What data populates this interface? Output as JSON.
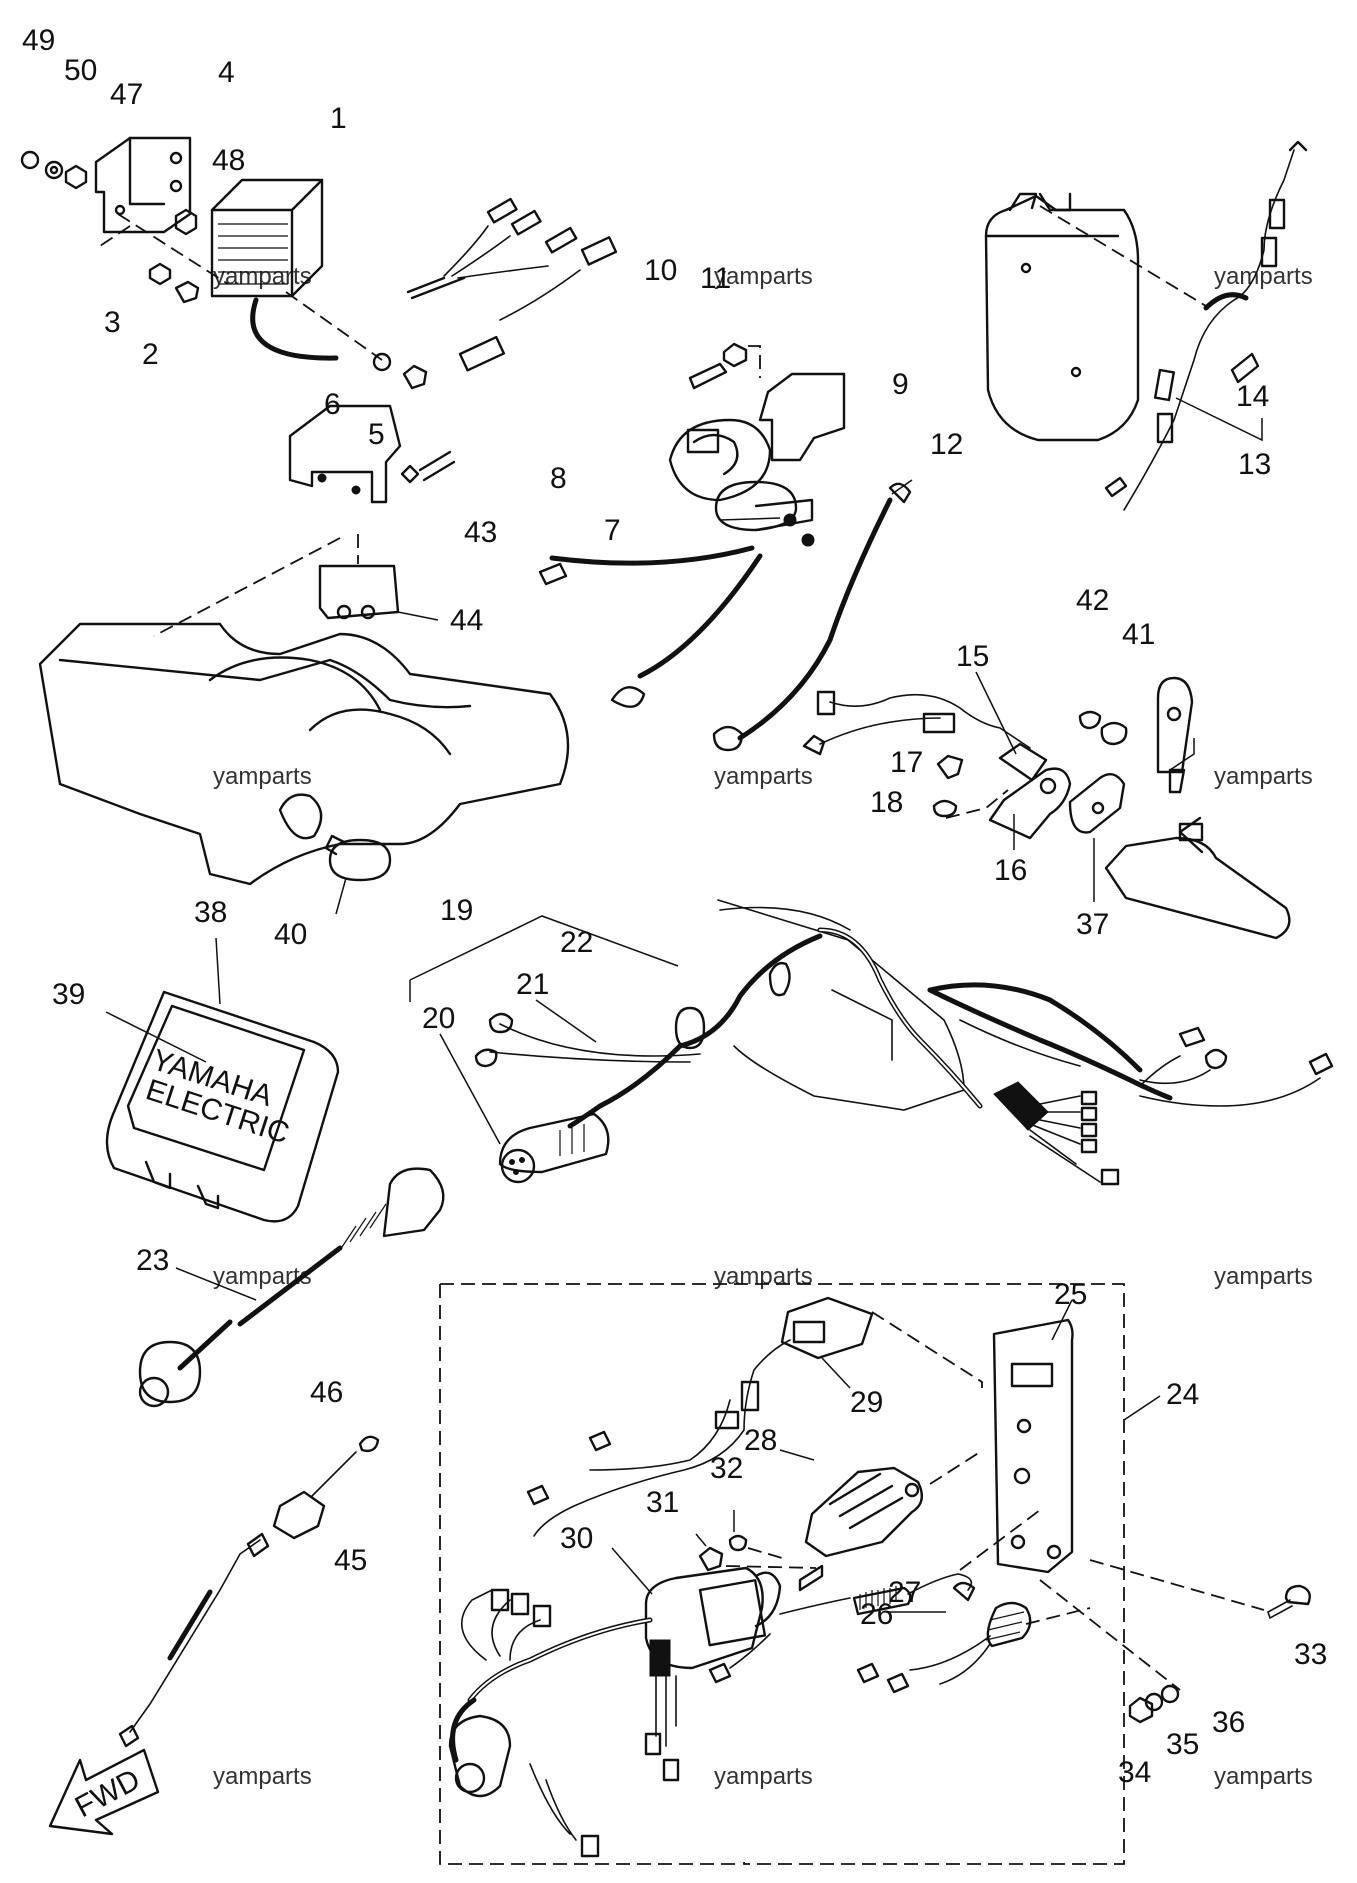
{
  "diagram": {
    "part_labels": [
      "1",
      "2",
      "3",
      "4",
      "5",
      "6",
      "7",
      "8",
      "9",
      "10",
      "11",
      "12",
      "13",
      "14",
      "15",
      "16",
      "17",
      "18",
      "19",
      "20",
      "21",
      "22",
      "23",
      "24",
      "25",
      "26",
      "27",
      "28",
      "29",
      "30",
      "31",
      "32",
      "33",
      "34",
      "35",
      "36",
      "37",
      "38",
      "39",
      "40",
      "41",
      "42",
      "43",
      "44",
      "45",
      "46",
      "47",
      "48",
      "49",
      "50"
    ],
    "watermark": "yamparts",
    "fwd_arrow_label": "FWD",
    "ecu_brand_text": [
      "YAMAHA",
      "ELECTRIC"
    ]
  }
}
